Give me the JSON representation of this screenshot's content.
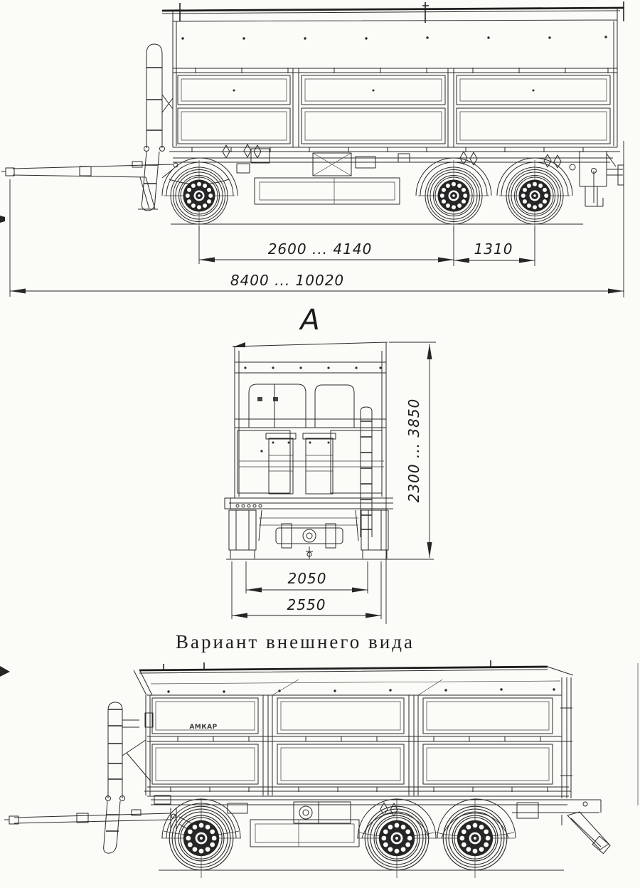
{
  "colors": {
    "paper": "#fbfbf8",
    "ink": "#262626"
  },
  "top_side_view": {
    "dim_front_to_mid_axle": "2600 ... 4140",
    "dim_mid_to_rear_axle": "1310",
    "dim_overall_length": "8400 ... 10020",
    "view_label": "А"
  },
  "rear_view": {
    "dim_height": "2300 ... 3850",
    "dim_inner_width": "2050",
    "dim_overall_width": "2550"
  },
  "bottom_view": {
    "caption": "Вариант внешнего вида",
    "logo": "АМКАР"
  }
}
